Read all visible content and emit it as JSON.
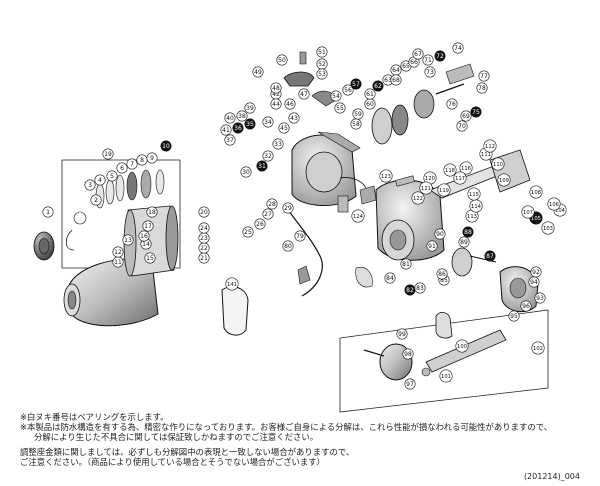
{
  "notes": {
    "line1": "※白ヌキ番号はベアリングを示します。",
    "line2": "※本製品は防水構造を有する為、精密な作りになっております。お客様ご自身による分解は、これら性能が損なわれる可能性がありますので、",
    "line3": "分解により生じた不具合に関しては保証致しかねますのでご注意ください。",
    "line4": "調整座金類に関しましては、必ずしも分解図中の表現と一致しない場合がありますので、",
    "line5": "ご注意ください。（商品により使用している場合とそうでない場合がございます）"
  },
  "diagram_code": "(201214)_004",
  "callouts": {
    "c1": "1",
    "c2": "2",
    "c3": "3",
    "c4": "4",
    "c5": "5",
    "c6": "6",
    "c7": "7",
    "c8": "8",
    "c9": "9",
    "c10": "10",
    "c11": "11",
    "c12": "12",
    "c13": "13",
    "c14": "14",
    "c15": "15",
    "c16": "16",
    "c17": "17",
    "c18": "18",
    "c19": "19",
    "c20": "20",
    "c21": "21",
    "c22": "22",
    "c23": "23",
    "c24": "24",
    "c25": "25",
    "c26": "26",
    "c27": "27",
    "c28": "28",
    "c29": "29",
    "c30": "30",
    "c31": "31",
    "c32": "32",
    "c33": "33",
    "c34": "34",
    "c35": "35",
    "c36": "36",
    "c37": "37",
    "c38": "38",
    "c39": "39",
    "c40": "40",
    "c41": "41",
    "c42": "42",
    "c43": "43",
    "c44": "44",
    "c45": "45",
    "c46": "46",
    "c47": "47",
    "c48": "48",
    "c49": "49",
    "c50": "50",
    "c51": "51",
    "c52": "52",
    "c53": "53",
    "c54": "54",
    "c55": "55",
    "c56": "56",
    "c57": "57",
    "c58": "58",
    "c59": "59",
    "c60": "60",
    "c61": "61",
    "c62": "62",
    "c63": "63",
    "c64": "64",
    "c65": "65",
    "c66": "66",
    "c67": "67",
    "c68": "68",
    "c69": "69",
    "c70": "70",
    "c71": "71",
    "c72": "72",
    "c73": "73",
    "c74": "74",
    "c75": "75",
    "c76": "76",
    "c77": "77",
    "c78": "78",
    "c79": "79",
    "c80": "80",
    "c81": "81",
    "c82": "82",
    "c83": "83",
    "c84": "84",
    "c85": "85",
    "c86": "86",
    "c87": "87",
    "c88": "88",
    "c89": "89",
    "c90": "90",
    "c91": "91",
    "c92": "92",
    "c93": "93",
    "c94": "94",
    "c95": "95",
    "c96": "96",
    "c97": "97",
    "c98": "98",
    "c99": "99",
    "c100": "100",
    "c101": "101",
    "c102": "102",
    "c103": "103",
    "c104": "104",
    "c105": "105",
    "c106": "106",
    "c107": "107",
    "c108": "108",
    "c109": "109",
    "c110": "110",
    "c111": "111",
    "c112": "112",
    "c113": "113",
    "c114": "114",
    "c115": "115",
    "c116": "116",
    "c117": "117",
    "c118": "118",
    "c119": "119",
    "c120": "120",
    "c121": "121",
    "c122": "122",
    "c123": "123",
    "c124": "124",
    "c141": "141"
  },
  "bearing_callouts": [
    "10",
    "31",
    "35",
    "36",
    "57",
    "62",
    "72",
    "75",
    "82",
    "87",
    "88",
    "105"
  ]
}
